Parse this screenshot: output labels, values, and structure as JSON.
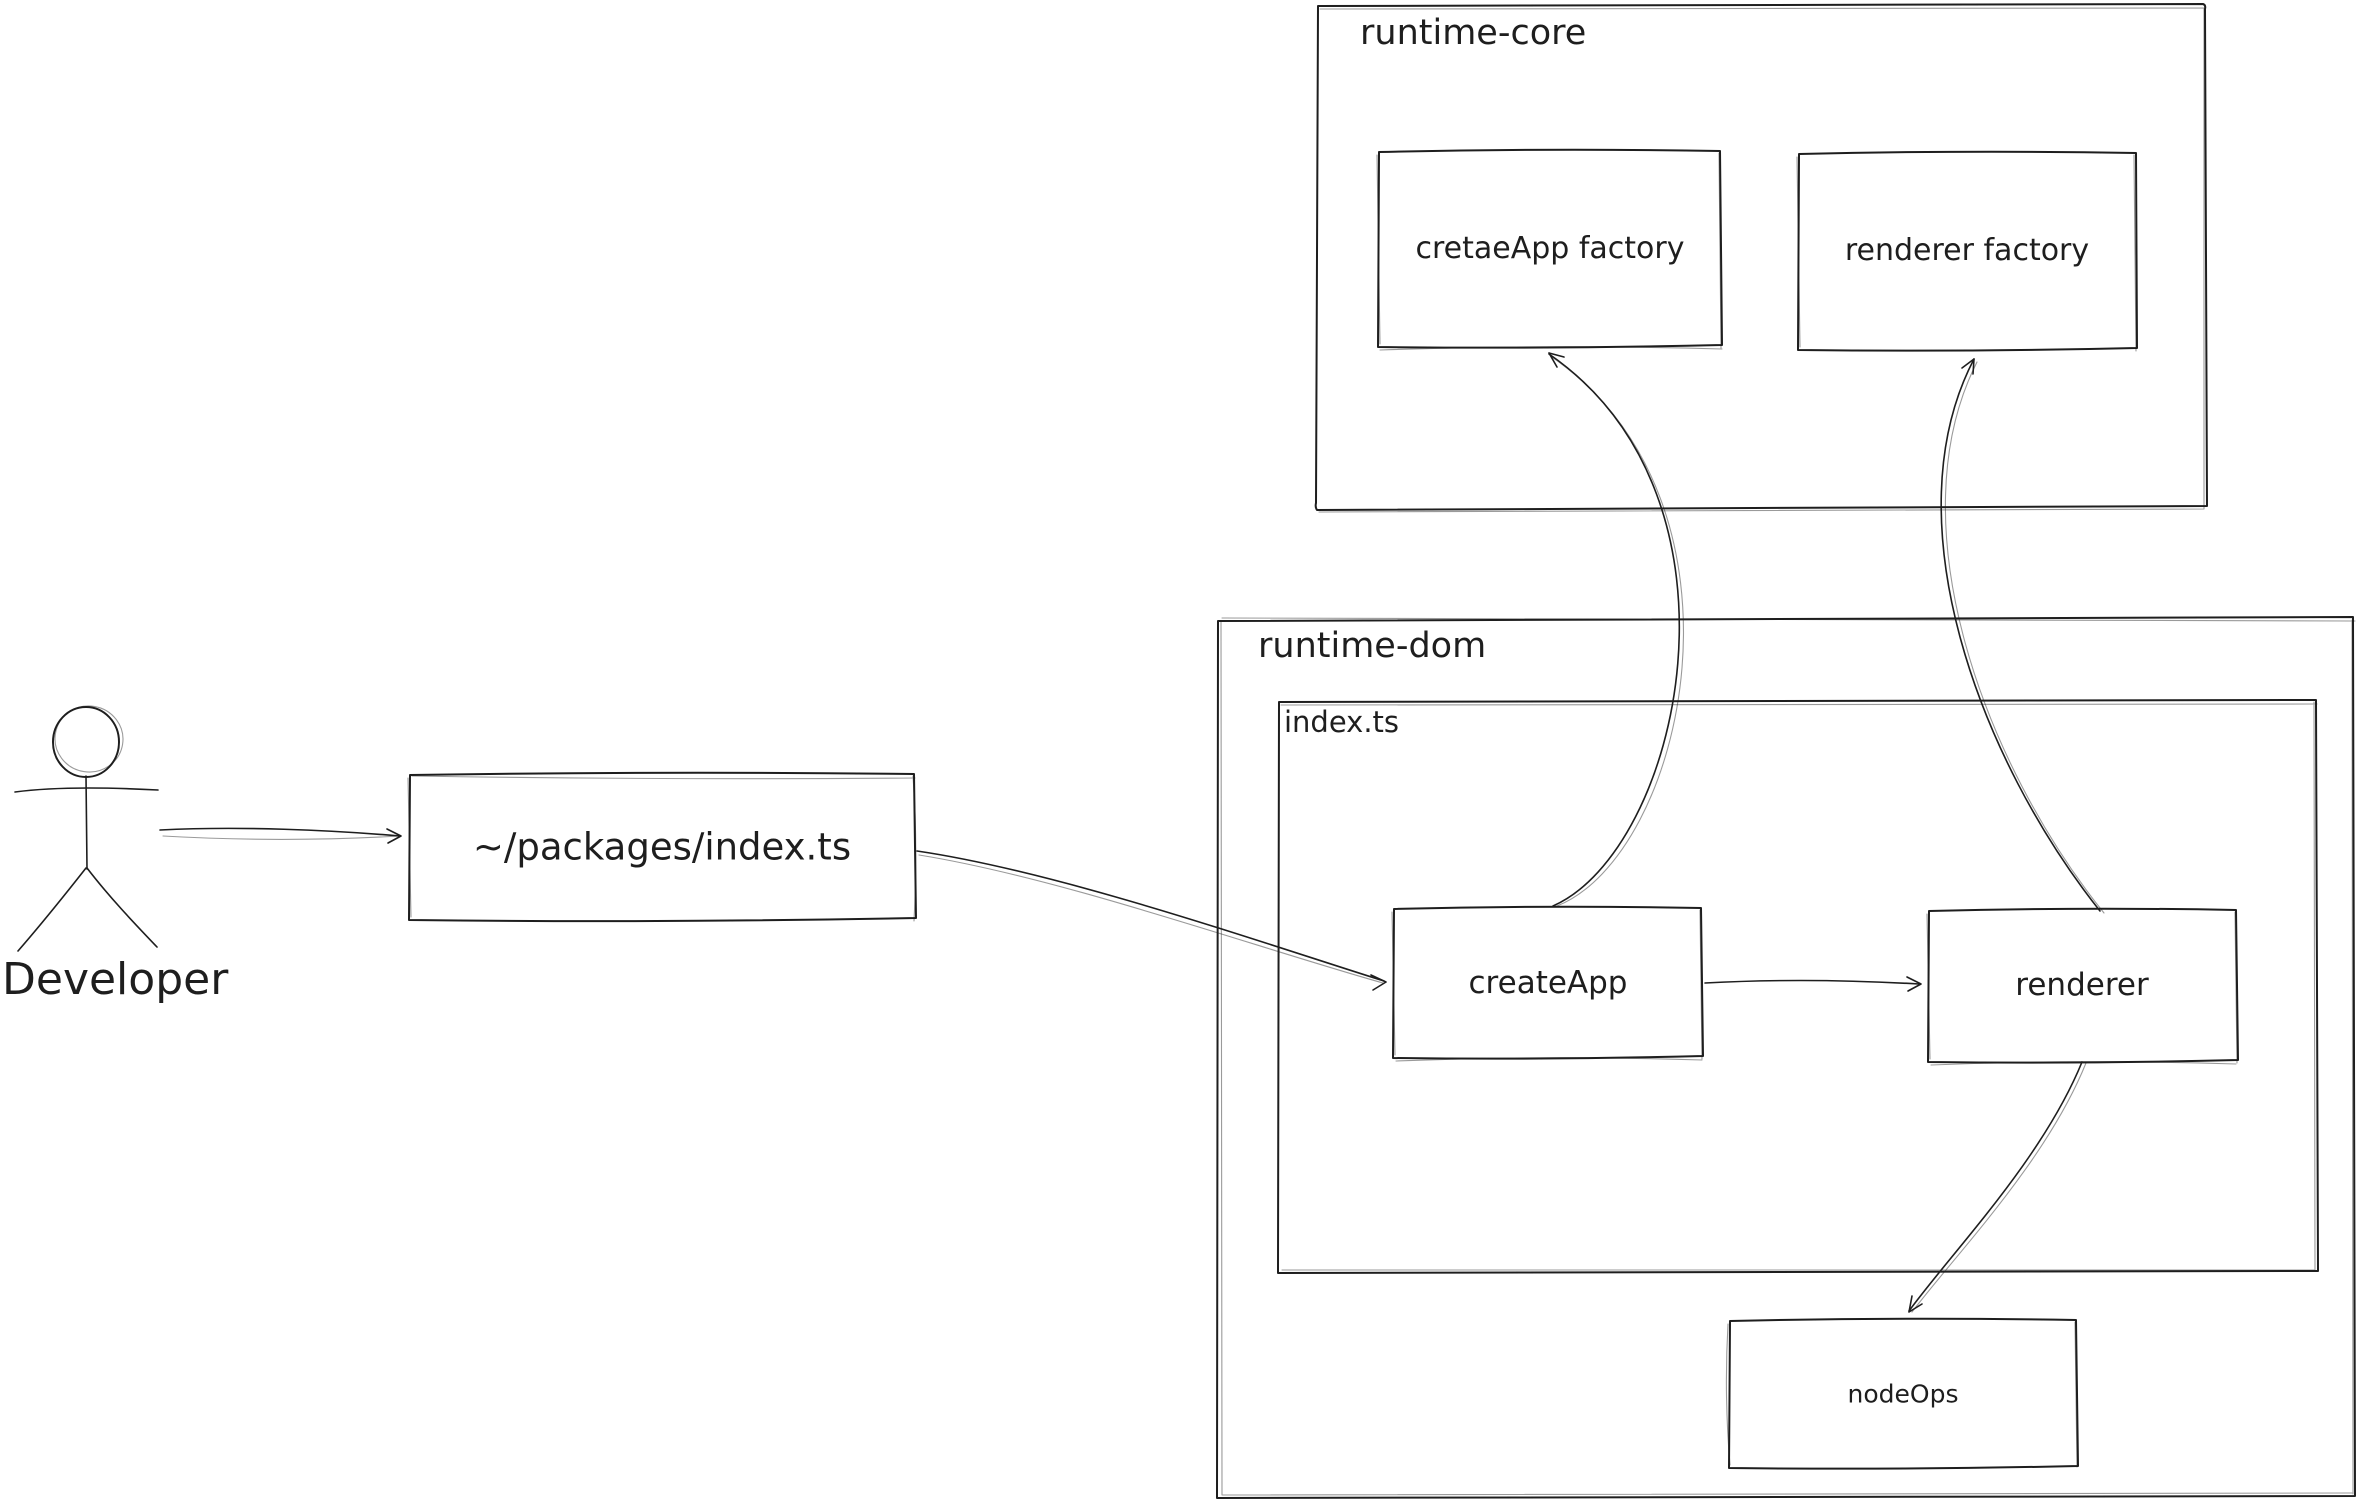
{
  "app": {
    "background_color": "#ffffff",
    "stroke_color": "#1e1e1e"
  },
  "actor": {
    "label": "Developer"
  },
  "containers": {
    "runtime_core": {
      "label": "runtime-core"
    },
    "runtime_dom": {
      "label": "runtime-dom"
    },
    "index_ts": {
      "label": "index.ts"
    }
  },
  "nodes": {
    "packages_index": {
      "label": "~/packages/index.ts"
    },
    "cretae_app_factory": {
      "label": "cretaeApp factory"
    },
    "renderer_factory": {
      "label": "renderer factory"
    },
    "create_app": {
      "label": "createApp"
    },
    "renderer": {
      "label": "renderer"
    },
    "node_ops": {
      "label": "nodeOps"
    }
  },
  "edges": [
    {
      "from": "developer",
      "to": "packages_index"
    },
    {
      "from": "packages_index",
      "to": "create_app"
    },
    {
      "from": "create_app",
      "to": "cretae_app_factory"
    },
    {
      "from": "create_app",
      "to": "renderer"
    },
    {
      "from": "renderer",
      "to": "renderer_factory"
    },
    {
      "from": "renderer",
      "to": "node_ops"
    }
  ]
}
